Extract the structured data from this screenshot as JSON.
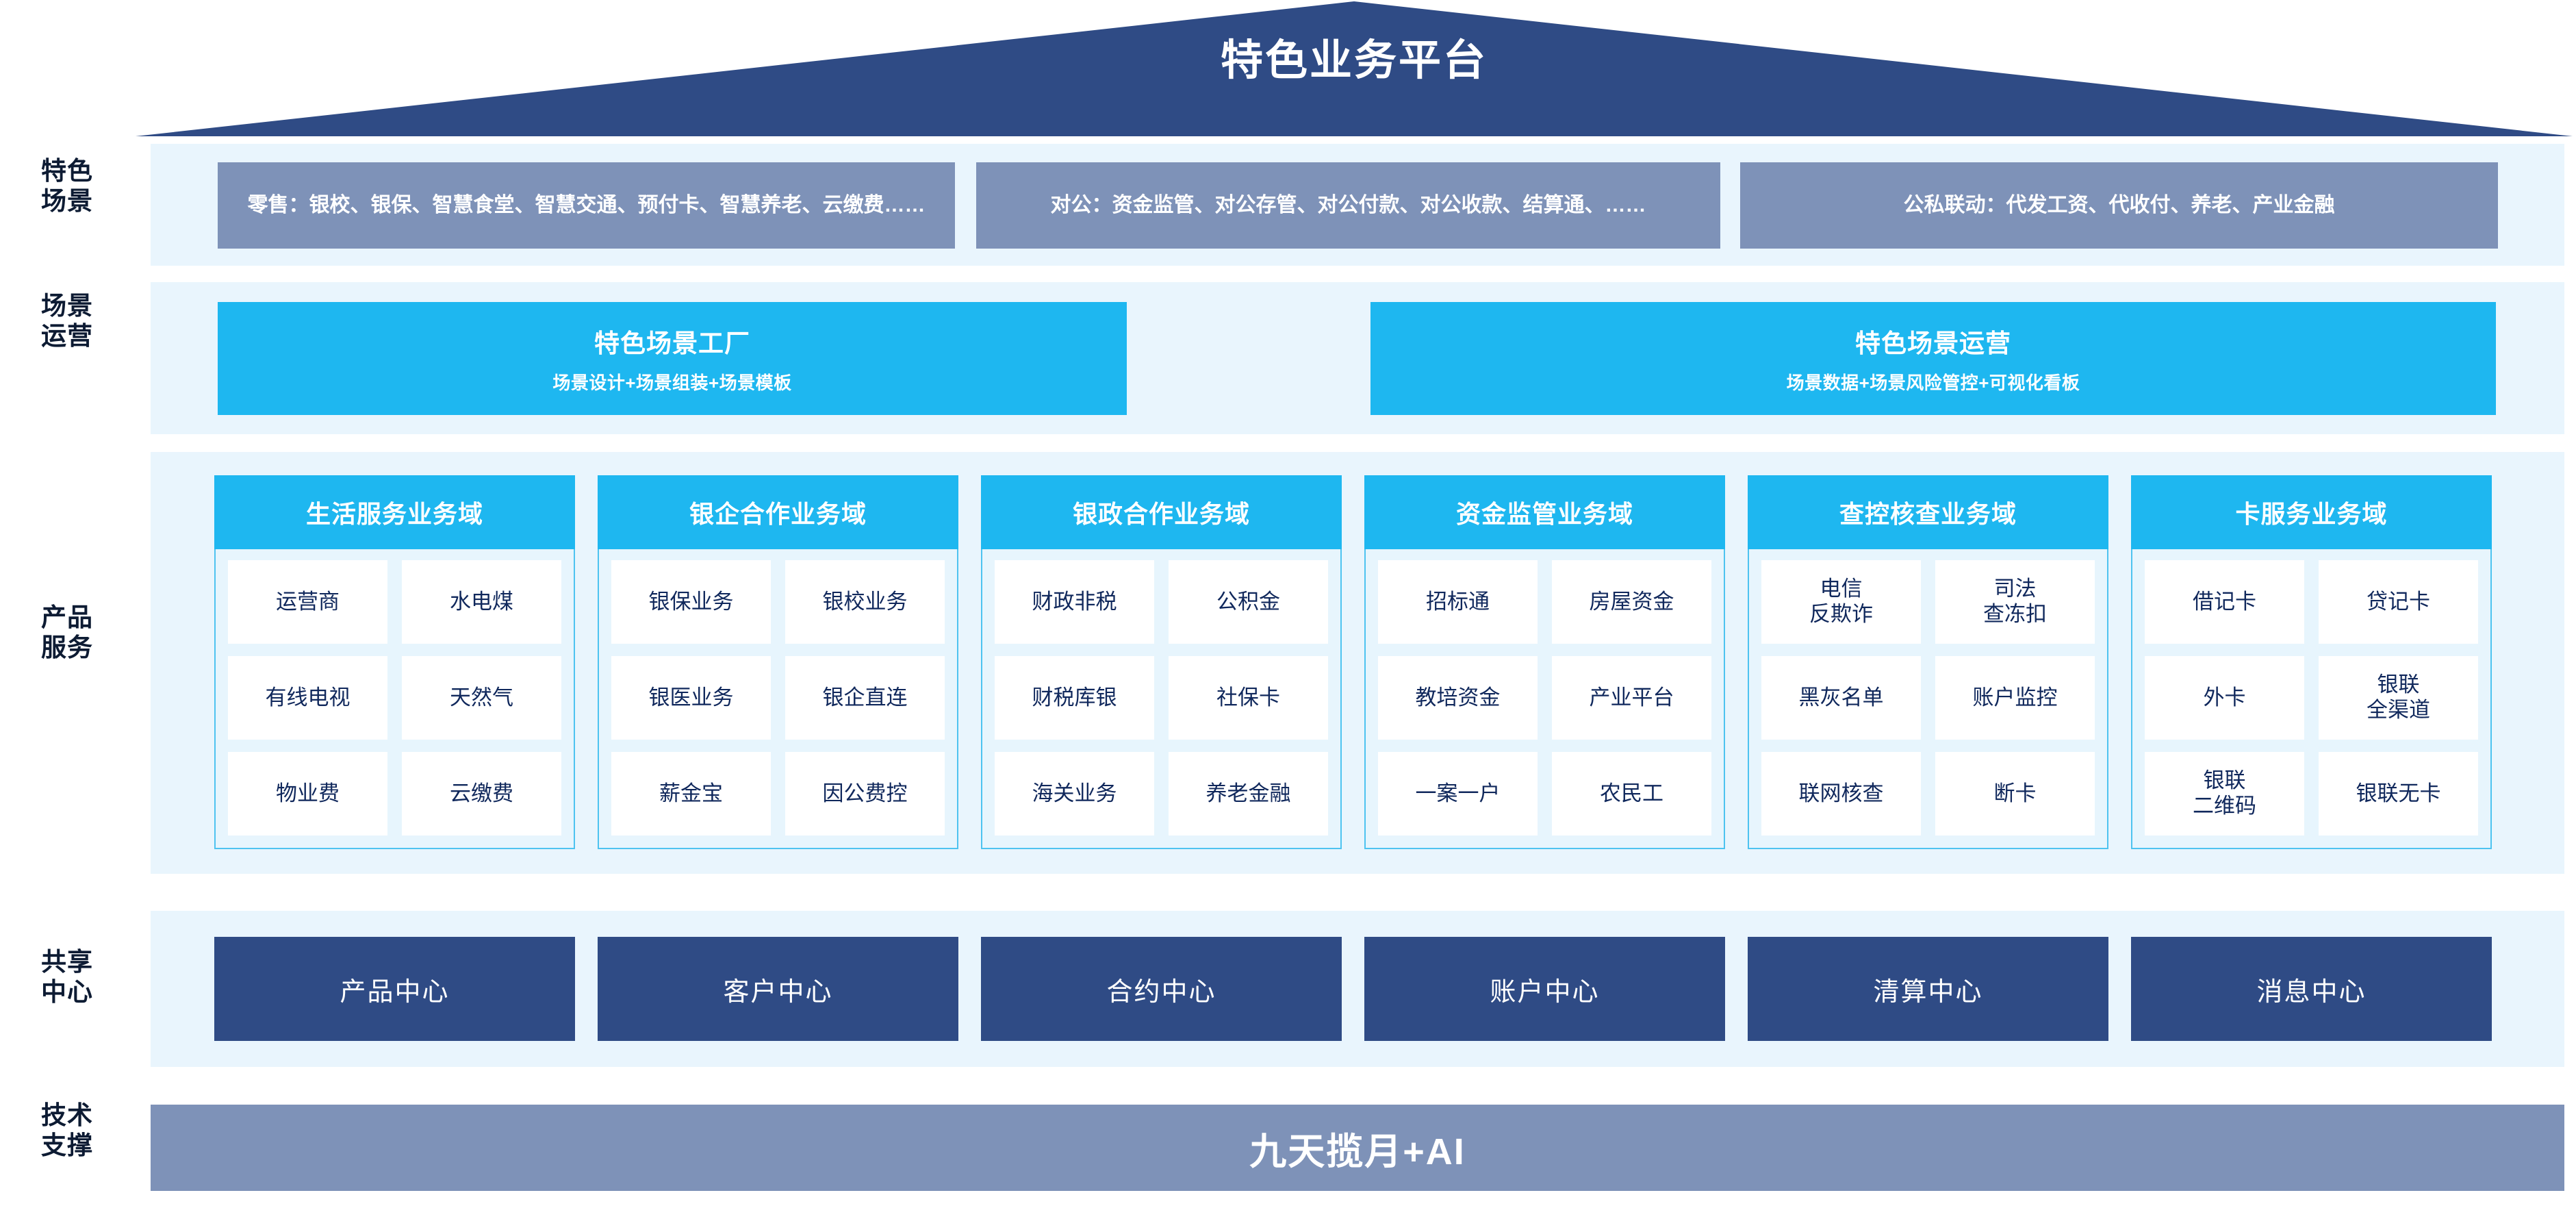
{
  "banner": {
    "title": "特色业务平台"
  },
  "rail": {
    "labels": [
      {
        "line1": "特色",
        "line2": "场景"
      },
      {
        "line1": "场景",
        "line2": "运营"
      },
      {
        "line1": "产品",
        "line2": "服务"
      },
      {
        "line1": "共享",
        "line2": "中心"
      },
      {
        "line1": "技术",
        "line2": "支撑"
      }
    ]
  },
  "scenes": [
    {
      "text": "零售：银校、银保、智慧食堂、智慧交通、预付卡、智慧养老、云缴费……"
    },
    {
      "text": "对公：资金监管、对公存管、对公付款、对公收款、结算通、……"
    },
    {
      "text": "公私联动：代发工资、代收付、养老、产业金融"
    }
  ],
  "operations": [
    {
      "title": "特色场景工厂",
      "subtitle": "场景设计+场景组装+场景模板"
    },
    {
      "title": "特色场景运营",
      "subtitle": "场景数据+场景风险管控+可视化看板"
    }
  ],
  "domains": [
    {
      "title": "生活服务业务域",
      "rows": [
        [
          {
            "l1": "运营商",
            "l2": ""
          },
          {
            "l1": "水电煤",
            "l2": ""
          }
        ],
        [
          {
            "l1": "有线电视",
            "l2": ""
          },
          {
            "l1": "天然气",
            "l2": ""
          }
        ],
        [
          {
            "l1": "物业费",
            "l2": ""
          },
          {
            "l1": "云缴费",
            "l2": ""
          }
        ]
      ]
    },
    {
      "title": "银企合作业务域",
      "rows": [
        [
          {
            "l1": "银保业务",
            "l2": ""
          },
          {
            "l1": "银校业务",
            "l2": ""
          }
        ],
        [
          {
            "l1": "银医业务",
            "l2": ""
          },
          {
            "l1": "银企直连",
            "l2": ""
          }
        ],
        [
          {
            "l1": "薪金宝",
            "l2": ""
          },
          {
            "l1": "因公费控",
            "l2": ""
          }
        ]
      ]
    },
    {
      "title": "银政合作业务域",
      "rows": [
        [
          {
            "l1": "财政非税",
            "l2": ""
          },
          {
            "l1": "公积金",
            "l2": ""
          }
        ],
        [
          {
            "l1": "财税库银",
            "l2": ""
          },
          {
            "l1": "社保卡",
            "l2": ""
          }
        ],
        [
          {
            "l1": "海关业务",
            "l2": ""
          },
          {
            "l1": "养老金融",
            "l2": ""
          }
        ]
      ]
    },
    {
      "title": "资金监管业务域",
      "rows": [
        [
          {
            "l1": "招标通",
            "l2": ""
          },
          {
            "l1": "房屋资金",
            "l2": ""
          }
        ],
        [
          {
            "l1": "教培资金",
            "l2": ""
          },
          {
            "l1": "产业平台",
            "l2": ""
          }
        ],
        [
          {
            "l1": "一案一户",
            "l2": ""
          },
          {
            "l1": "农民工",
            "l2": ""
          }
        ]
      ]
    },
    {
      "title": "查控核查业务域",
      "rows": [
        [
          {
            "l1": "电信",
            "l2": "反欺诈"
          },
          {
            "l1": "司法",
            "l2": "查冻扣"
          }
        ],
        [
          {
            "l1": "黑灰名单",
            "l2": ""
          },
          {
            "l1": "账户监控",
            "l2": ""
          }
        ],
        [
          {
            "l1": "联网核查",
            "l2": ""
          },
          {
            "l1": "断卡",
            "l2": ""
          }
        ]
      ]
    },
    {
      "title": "卡服务业务域",
      "rows": [
        [
          {
            "l1": "借记卡",
            "l2": ""
          },
          {
            "l1": "贷记卡",
            "l2": ""
          }
        ],
        [
          {
            "l1": "外卡",
            "l2": ""
          },
          {
            "l1": "银联",
            "l2": "全渠道"
          }
        ],
        [
          {
            "l1": "银联",
            "l2": "二维码"
          },
          {
            "l1": "银联无卡",
            "l2": ""
          }
        ]
      ]
    }
  ],
  "centers": [
    {
      "label": "产品中心"
    },
    {
      "label": "客户中心"
    },
    {
      "label": "合约中心"
    },
    {
      "label": "账户中心"
    },
    {
      "label": "清算中心"
    },
    {
      "label": "消息中心"
    }
  ],
  "tech": {
    "label": "九天揽月+AI"
  },
  "colors": {
    "navy": "#2f4b85",
    "slate": "#7e92b8",
    "cyan": "#1eb7f0",
    "panel": "#e9f5fd",
    "card_border": "#4ec3f0",
    "tile_text": "#10285c"
  }
}
